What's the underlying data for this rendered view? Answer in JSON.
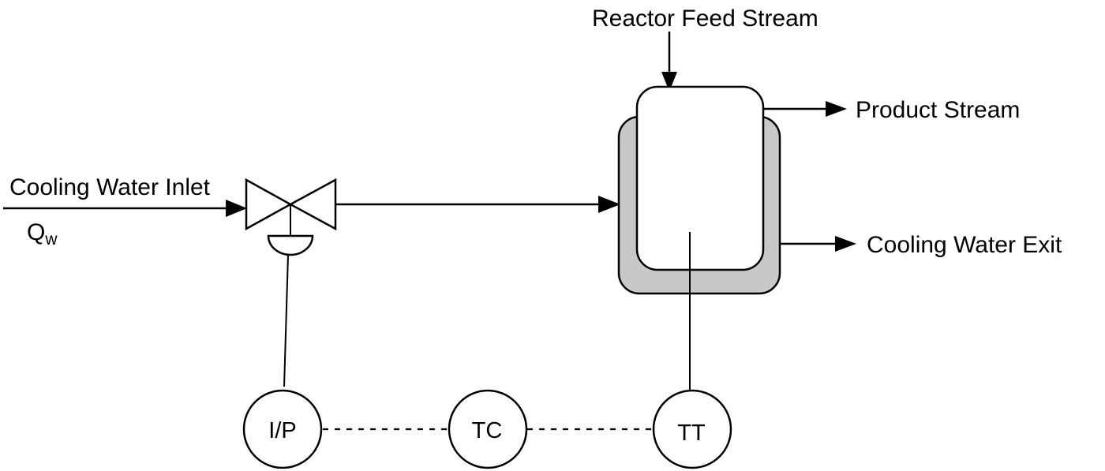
{
  "labels": {
    "reactor_feed": "Reactor Feed Stream",
    "product": "Product Stream",
    "cooling_inlet": "Cooling Water Inlet",
    "cooling_exit": "Cooling Water Exit",
    "flow_symbol": "Q",
    "flow_subscript": "w"
  },
  "instruments": {
    "transducer": "I/P",
    "controller": "TC",
    "transmitter": "TT"
  },
  "colors": {
    "jacket_fill": "#c8c8c8",
    "line": "#000000",
    "background": "#ffffff"
  }
}
